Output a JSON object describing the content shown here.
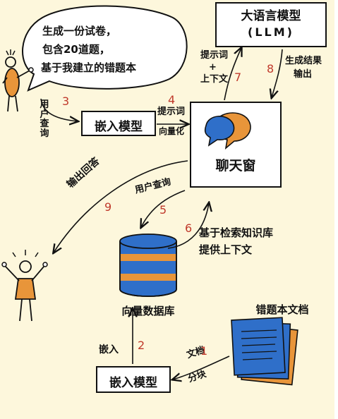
{
  "speech_bubble": {
    "lines": [
      "生成一份试卷，",
      "包含20道题，",
      "基于我建立的错题本"
    ]
  },
  "llm": {
    "line1": "大语言模型",
    "line2": "(LLM)"
  },
  "embed_model_top": "嵌入模型",
  "embed_model_bottom": "嵌入模型",
  "chat_window": "聊天窗",
  "vector_db": "向量数据库",
  "doc": "错题本文档",
  "labels": {
    "user_query_vertical": "用户查询",
    "prompt_word_4": "提示词",
    "vectorize": "向量化",
    "prompt_plus_context": [
      "提示词",
      "+",
      "上下文"
    ],
    "generate_output": [
      "生成结果",
      "输出"
    ],
    "output_answer": "输出回答",
    "user_query_5": "用户查询",
    "retrieval_context": [
      "基于检索知识库",
      "提供上下文"
    ],
    "embed_2": "嵌入",
    "doc_label": "文档",
    "chunk_label": "分块"
  },
  "steps": [
    "1",
    "2",
    "3",
    "4",
    "5",
    "6",
    "7",
    "8",
    "9"
  ],
  "colors": {
    "background": "#fdf7dc",
    "orange": "#e8953a",
    "blue": "#2f6fc9",
    "step_red": "#c0392b"
  }
}
